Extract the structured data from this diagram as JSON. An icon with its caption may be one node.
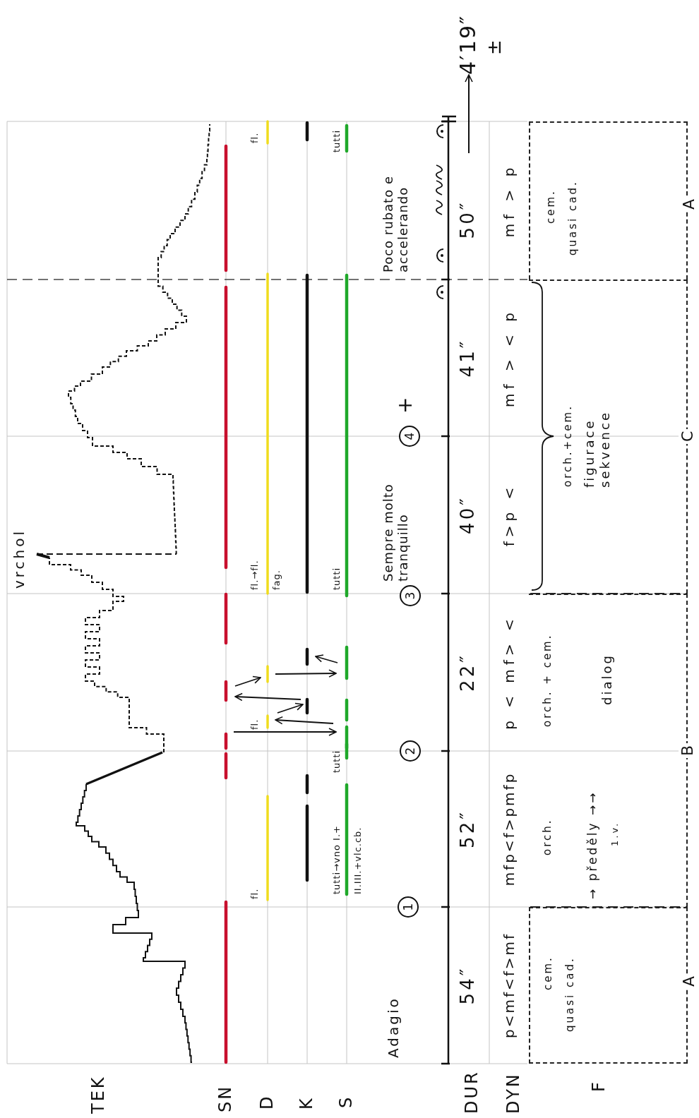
{
  "diagram": {
    "nodes": [
      {
        "text": [
          "cem.",
          "quasi cad.",
          "A"
        ]
      },
      {
        "text": [
          "orch.",
          "→ předěly →→",
          "1.v.",
          "orch. + cem.",
          "dialog",
          "B"
        ]
      },
      {
        "text": [
          "orch.+cem.",
          "figurace sekvence",
          "C"
        ]
      },
      {
        "text": [
          "cem.",
          "quasi cad.",
          "A"
        ]
      },
      {
        "text": [
          "1"
        ]
      },
      {
        "text": [
          "2"
        ]
      },
      {
        "text": [
          "3"
        ]
      },
      {
        "text": [
          "4"
        ]
      },
      {
        "text": [
          "4′19″",
          "±"
        ]
      }
    ],
    "edges": [
      {
        "from": null,
        "to": 8,
        "arrow": "to"
      }
    ],
    "labels": [
      "TEK",
      "SN",
      "D",
      "K",
      "S",
      "DUR",
      "DYN",
      "F",
      "vrchol",
      "fl.",
      "tutti→vno I.+",
      "II.III.+vlc.cb.",
      "tutti",
      "fl.",
      "fl.→fl.",
      "fag.",
      "tutti",
      "fl.",
      "tutti",
      "Adagio",
      "Sempre molto tranquillo",
      "+",
      "Poco rubato e accelerando",
      "54″",
      "52″",
      "22″",
      "40″",
      "41″",
      "50″",
      "p<mf<f>mf",
      "mfp<f>pmfp",
      "p < mf> <",
      "f>p   <",
      "mf > < p",
      "mf > p"
    ]
  }
}
